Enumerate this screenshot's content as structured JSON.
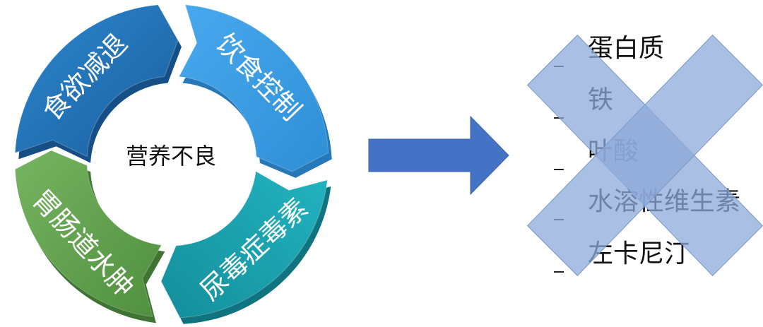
{
  "cycle": {
    "center_label": "营养不良",
    "segments": [
      {
        "label": "食欲减退",
        "color": "#2272b8"
      },
      {
        "label": "饮食控制",
        "color": "#3b9ee6"
      },
      {
        "label": "尿毒症毒素",
        "color": "#1ba4b2"
      },
      {
        "label": "胃肠道水肿",
        "color": "#6aaa55"
      }
    ]
  },
  "arrow": {
    "color": "#4472c4"
  },
  "list": {
    "items": [
      "蛋白质",
      "铁",
      "叶酸",
      "水溶性维生素",
      "左卡尼汀"
    ]
  },
  "cross": {
    "color": "#8eaadb"
  }
}
